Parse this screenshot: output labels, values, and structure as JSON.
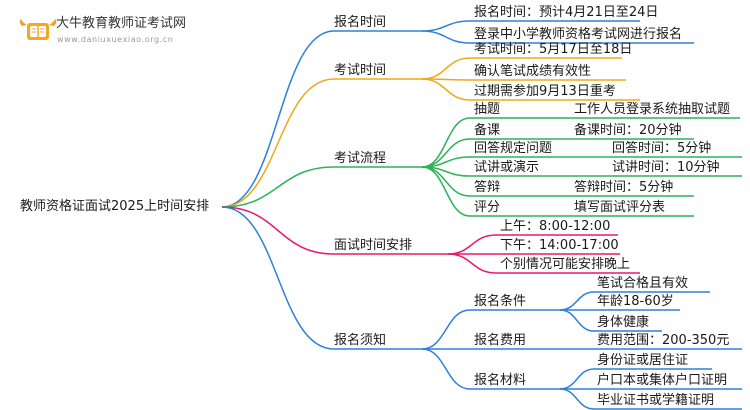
{
  "brand": {
    "name": "大牛教育教师证考试网",
    "url": "www.daniuxuexiao.org.cn",
    "logo_icon": "bull-book-logo-icon"
  },
  "mindmap": {
    "root": "教师资格证面试2025上时间安排",
    "branches": [
      {
        "label": "报名时间",
        "color": "#2f80d8",
        "items": [
          {
            "text": "报名时间：预计4月21日至24日"
          },
          {
            "text": "登录中小学教师资格考试网进行报名"
          }
        ]
      },
      {
        "label": "考试时间",
        "color": "#f0a81a",
        "items": [
          {
            "text": "考试时间：5月17日至18日"
          },
          {
            "text": "确认笔试成绩有效性"
          },
          {
            "text": "过期需参加9月13日重考"
          }
        ]
      },
      {
        "label": "考试流程",
        "color": "#2db35a",
        "items": [
          {
            "text": "抽题",
            "detail": "工作人员登录系统抽取试题"
          },
          {
            "text": "备课",
            "detail": "备课时间：20分钟"
          },
          {
            "text": "回答规定问题",
            "detail": "回答时间：5分钟"
          },
          {
            "text": "试讲或演示",
            "detail": "试讲时间：10分钟"
          },
          {
            "text": "答辩",
            "detail": "答辩时间：5分钟"
          },
          {
            "text": "评分",
            "detail": "填写面试评分表"
          }
        ]
      },
      {
        "label": "面试时间安排",
        "color": "#e8196e",
        "items": [
          {
            "text": "上午：8:00-12:00"
          },
          {
            "text": "下午：14:00-17:00"
          },
          {
            "text": "个别情况可能安排晚上"
          }
        ]
      },
      {
        "label": "报名须知",
        "color": "#2f80d8",
        "items": [
          {
            "text": "报名条件",
            "children": [
              "笔试合格且有效",
              "年龄18-60岁",
              "身体健康"
            ]
          },
          {
            "text": "报名费用",
            "children": [
              "费用范围：200-350元"
            ]
          },
          {
            "text": "报名材料",
            "children": [
              "身份证或居住证",
              "户口本或集体户口证明",
              "毕业证书或学籍证明"
            ]
          }
        ]
      }
    ]
  }
}
